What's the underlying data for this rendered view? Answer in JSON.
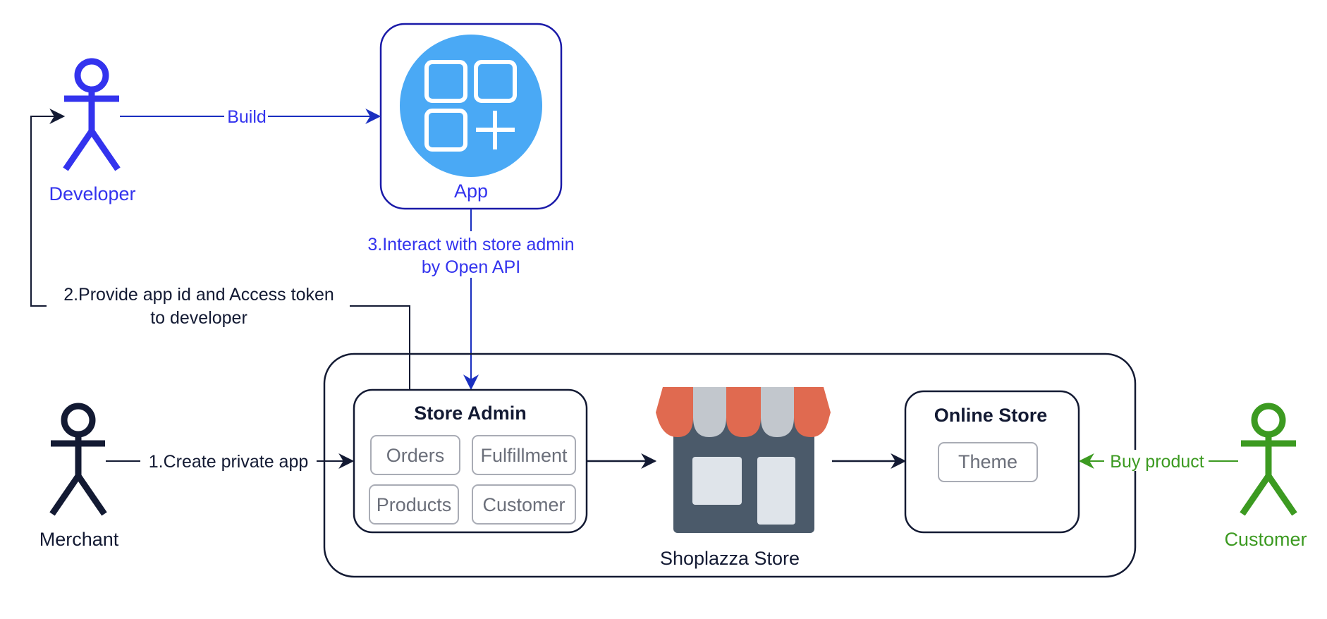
{
  "colors": {
    "developer": "#3333ee",
    "app_border": "#1a1aa8",
    "app_label": "#3333ee",
    "app_icon_bg": "#4aa9f5",
    "interact_line": "#1a2fc0",
    "dark": "#131a33",
    "customer": "#3c9a21",
    "chip_border": "#a9acb5",
    "chip_text": "#6b6f7a",
    "awning_red": "#e06a50",
    "awning_grey": "#c2c7cd",
    "shop_body": "#4b5a6a",
    "shop_window": "#dfe4ea"
  },
  "actors": {
    "developer": {
      "label": "Developer",
      "icon": "stick-figure-icon"
    },
    "merchant": {
      "label": "Merchant",
      "icon": "stick-figure-icon"
    },
    "customer": {
      "label": "Customer",
      "icon": "stick-figure-icon"
    }
  },
  "app": {
    "label": "App",
    "icon": "apps-add-icon"
  },
  "edges": {
    "build": "Build",
    "interact_line1": "3.Interact with store admin",
    "interact_line2": "by Open API",
    "provide_line1": "2.Provide app id and Access token",
    "provide_line2": "to developer",
    "create": "1.Create private app",
    "buy": "Buy product"
  },
  "store_container": {
    "label": "Shoplazza Store",
    "icon": "storefront-icon"
  },
  "store_admin": {
    "title": "Store Admin",
    "items": [
      "Orders",
      "Fulfillment",
      "Products",
      "Customer"
    ]
  },
  "online_store": {
    "title": "Online Store",
    "items": [
      "Theme"
    ]
  }
}
